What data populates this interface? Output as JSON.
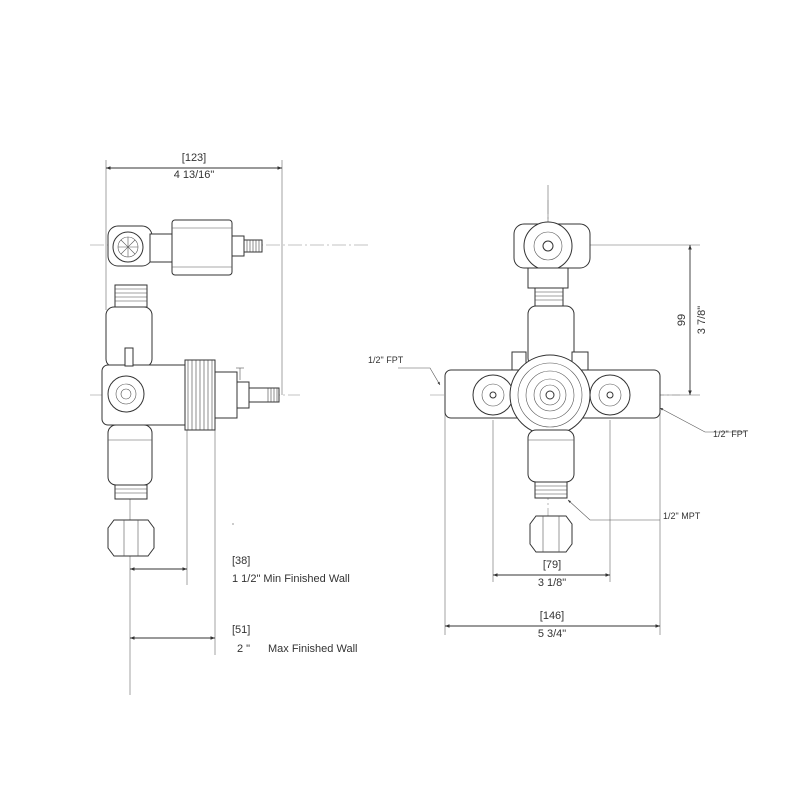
{
  "side_view": {
    "overall_width_mm": "[123]",
    "overall_width_in": "4 13/16\"",
    "min_wall_mm": "[38]",
    "min_wall_label": "1 1/2\" Min Finished Wall",
    "max_wall_mm": "[51]",
    "max_wall_in": "2 \"",
    "max_wall_text": "Max Finished Wall"
  },
  "front_view": {
    "height_mm": "99",
    "height_in": "3 7/8\"",
    "left_port": "1/2\" FPT",
    "right_port": "1/2\" FPT",
    "bottom_port": "1/2\" MPT",
    "inner_width_mm": "[79]",
    "inner_width_in": "3 1/8\"",
    "overall_width_mm": "[146]",
    "overall_width_in": "5 3/4\""
  }
}
